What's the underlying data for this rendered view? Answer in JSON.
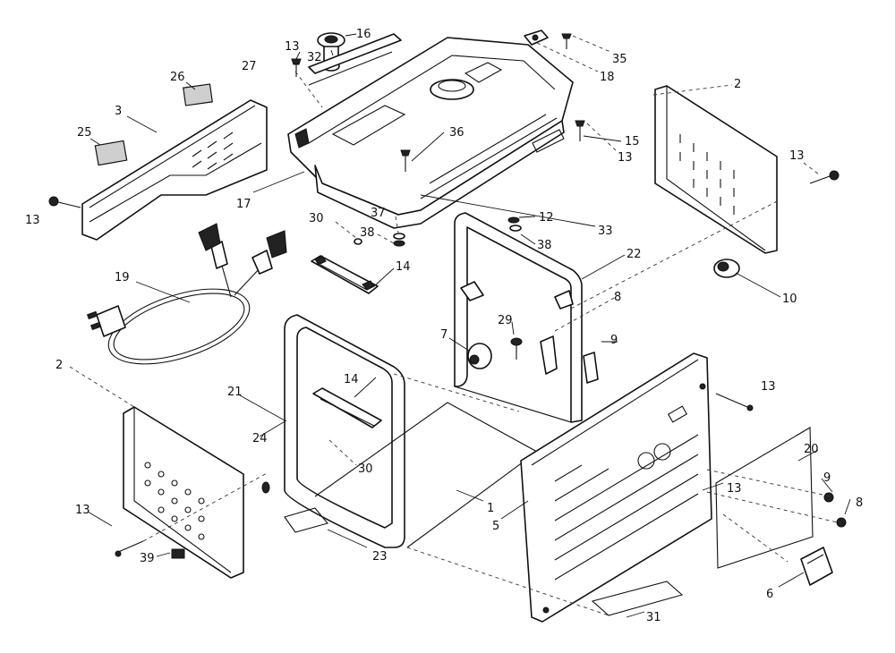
{
  "diagram": {
    "part_numbers": [
      {
        "id": "c13a",
        "label": "13"
      },
      {
        "id": "c32",
        "label": "32"
      },
      {
        "id": "c16",
        "label": "16"
      },
      {
        "id": "c27",
        "label": "27"
      },
      {
        "id": "c35",
        "label": "35"
      },
      {
        "id": "c18",
        "label": "18"
      },
      {
        "id": "c26",
        "label": "26"
      },
      {
        "id": "c3",
        "label": "3"
      },
      {
        "id": "c2a",
        "label": "2"
      },
      {
        "id": "c25",
        "label": "25"
      },
      {
        "id": "c36",
        "label": "36"
      },
      {
        "id": "c15",
        "label": "15"
      },
      {
        "id": "c13b",
        "label": "13"
      },
      {
        "id": "c13c",
        "label": "13"
      },
      {
        "id": "c13d",
        "label": "13"
      },
      {
        "id": "c17",
        "label": "17"
      },
      {
        "id": "c30a",
        "label": "30"
      },
      {
        "id": "c37",
        "label": "37"
      },
      {
        "id": "c38a",
        "label": "38"
      },
      {
        "id": "c12",
        "label": "12"
      },
      {
        "id": "c33",
        "label": "33"
      },
      {
        "id": "c38b",
        "label": "38"
      },
      {
        "id": "c14a",
        "label": "14"
      },
      {
        "id": "c19",
        "label": "19"
      },
      {
        "id": "c22",
        "label": "22"
      },
      {
        "id": "c10",
        "label": "10"
      },
      {
        "id": "c8a",
        "label": "8"
      },
      {
        "id": "c29",
        "label": "29"
      },
      {
        "id": "c7",
        "label": "7"
      },
      {
        "id": "c9a",
        "label": "9"
      },
      {
        "id": "c2b",
        "label": "2"
      },
      {
        "id": "c14b",
        "label": "14"
      },
      {
        "id": "c13e",
        "label": "13"
      },
      {
        "id": "c21",
        "label": "21"
      },
      {
        "id": "c24",
        "label": "24"
      },
      {
        "id": "c20",
        "label": "20"
      },
      {
        "id": "c30b",
        "label": "30"
      },
      {
        "id": "c9b",
        "label": "9"
      },
      {
        "id": "c13f",
        "label": "13"
      },
      {
        "id": "c1",
        "label": "1"
      },
      {
        "id": "c8b",
        "label": "8"
      },
      {
        "id": "c13g",
        "label": "13"
      },
      {
        "id": "c5",
        "label": "5"
      },
      {
        "id": "c39",
        "label": "39"
      },
      {
        "id": "c23",
        "label": "23"
      },
      {
        "id": "c6",
        "label": "6"
      },
      {
        "id": "c31",
        "label": "31"
      }
    ]
  }
}
